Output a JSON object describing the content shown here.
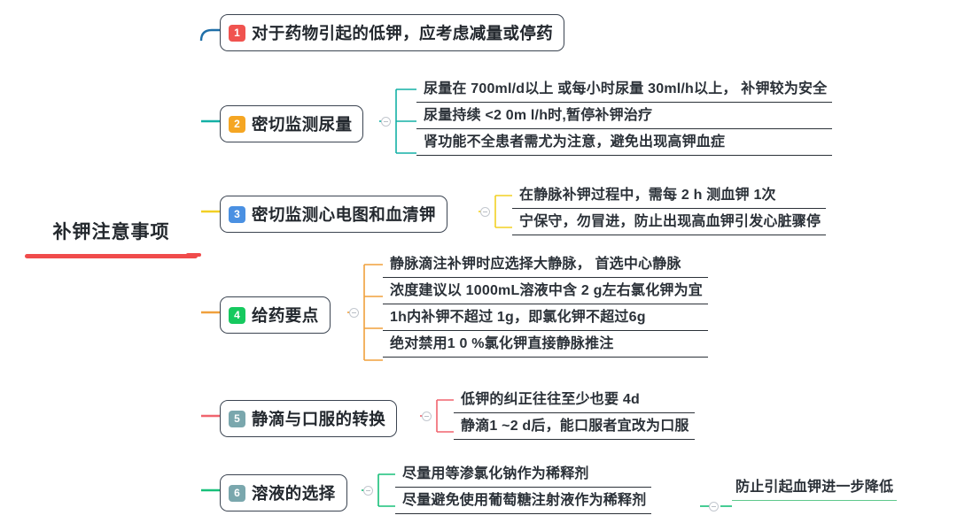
{
  "root": {
    "label": "补钾注意事项",
    "accent": "#f04b4b"
  },
  "colors": {
    "branch1": "#1f6fa8",
    "branch2": "#13b0a5",
    "branch3": "#f2d024",
    "branch4": "#f0a03c",
    "branch5": "#f0646e",
    "branch6": "#18c07a",
    "trunk_top": "#1f6fa8",
    "trunk_mid": "#13b0a5",
    "trunk_yellow": "#f2d024",
    "trunk_bottom": "#16c172",
    "node_border": "#3b4451",
    "text": "#2b3138"
  },
  "branches": [
    {
      "id": "branch-1",
      "number": "1",
      "badge_color": "#f0534f",
      "label": "对于药物引起的低钾，应考虑减量或停药",
      "line_color": "#1f6fa8",
      "children": []
    },
    {
      "id": "branch-2",
      "number": "2",
      "badge_color": "#f5a623",
      "label": "密切监测尿量",
      "line_color": "#13b0a5",
      "children": [
        {
          "text": "尿量在 700ml/d以上 或每小时尿量 30ml/h以上， 补钾较为安全"
        },
        {
          "text": "尿量持续 <2 0m l/h时,暂停补钾治疗"
        },
        {
          "text": "肾功能不全患者需尤为注意，避免出现高钾血症"
        }
      ]
    },
    {
      "id": "branch-3",
      "number": "3",
      "badge_color": "#4a90e2",
      "label": "密切监测心电图和血清钾",
      "line_color": "#f2d024",
      "children": [
        {
          "text": "在静脉补钾过程中，需每 2 h 测血钾 1次"
        },
        {
          "text": "宁保守，勿冒进，防止出现高血钾引发心脏骤停"
        }
      ]
    },
    {
      "id": "branch-4",
      "number": "4",
      "badge_color": "#16c95f",
      "label": "给药要点",
      "line_color": "#f0a03c",
      "children": [
        {
          "text": "静脉滴注补钾时应选择大静脉， 首选中心静脉"
        },
        {
          "text": "浓度建议以 1000mL溶液中含 2 g左右氯化钾为宜"
        },
        {
          "text": "1h内补钾不超过 1g，即氯化钾不超过6g"
        },
        {
          "text": "绝对禁用1 0 %氯化钾直接静脉推注"
        }
      ]
    },
    {
      "id": "branch-5",
      "number": "5",
      "badge_color": "#7aa7ad",
      "label": "静滴与口服的转换",
      "line_color": "#f0646e",
      "children": [
        {
          "text": "低钾的纠正往往至少也要 4d"
        },
        {
          "text": "静滴1 ~2 d后，能口服者宜改为口服"
        }
      ]
    },
    {
      "id": "branch-6",
      "number": "6",
      "badge_color": "#7aa7ad",
      "label": "溶液的选择",
      "line_color": "#18c07a",
      "children": [
        {
          "text": "尽量用等渗氯化钠作为稀释剂"
        },
        {
          "text": "尽量避免使用葡萄糖注射液作为稀释剂",
          "child": "防止引起血钾进一步降低"
        }
      ]
    }
  ]
}
